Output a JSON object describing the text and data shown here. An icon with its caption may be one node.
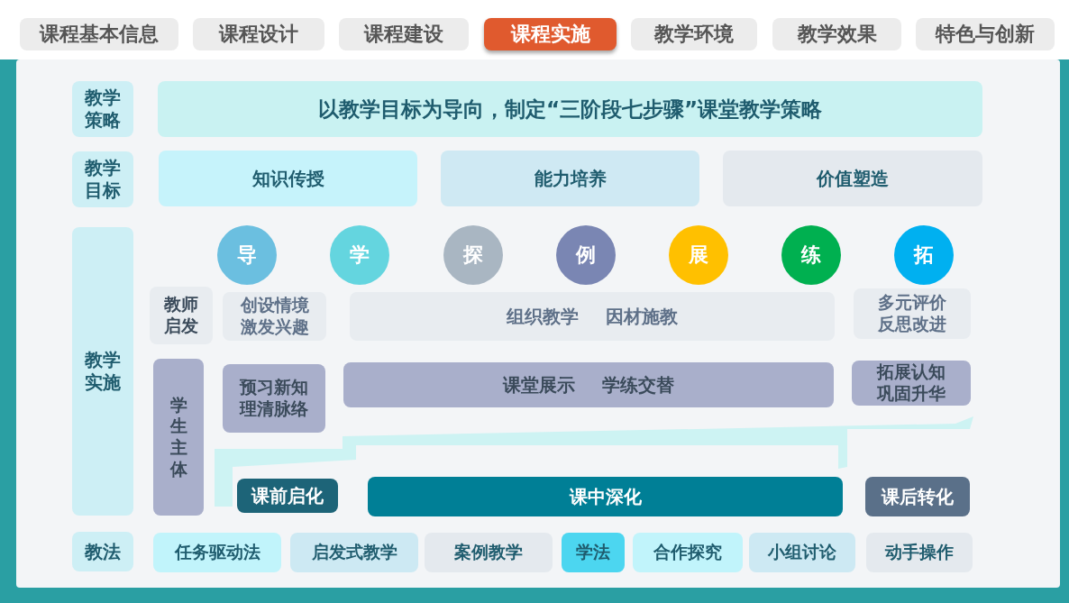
{
  "diagram": {
    "nodes": [
      {
        "text": [
          "课程基本信息"
        ]
      },
      {
        "text": [
          "课程设计"
        ]
      },
      {
        "text": [
          "课程建设"
        ]
      },
      {
        "text": [
          "课程实施"
        ]
      },
      {
        "text": [
          "教学环境"
        ]
      },
      {
        "text": [
          "教学效果"
        ]
      },
      {
        "text": [
          "特色与创新"
        ]
      },
      {
        "text": [
          "教学策略"
        ]
      },
      {
        "text": [
          "以教学目标为导向，制定“三阶段七步骤”课堂教学策略"
        ]
      },
      {
        "text": [
          "教学目标"
        ]
      },
      {
        "text": [
          "知识传授"
        ]
      },
      {
        "text": [
          "能力培养"
        ]
      },
      {
        "text": [
          "价值塑造"
        ]
      },
      {
        "text": [
          "教学实施"
        ]
      },
      {
        "text": [
          "导"
        ]
      },
      {
        "text": [
          "学"
        ]
      },
      {
        "text": [
          "探"
        ]
      },
      {
        "text": [
          "例"
        ]
      },
      {
        "text": [
          "展"
        ]
      },
      {
        "text": [
          "练"
        ]
      },
      {
        "text": [
          "拓"
        ]
      },
      {
        "text": [
          "教师启发"
        ]
      },
      {
        "text": [
          "创设情境激发兴趣"
        ]
      },
      {
        "text": [
          "组织教学",
          "因材施教"
        ]
      },
      {
        "text": [
          "多元评价反思改进"
        ]
      },
      {
        "text": [
          "学生主体"
        ]
      },
      {
        "text": [
          "预习新知理清脉络"
        ]
      },
      {
        "text": [
          "课堂展示",
          "学练交替"
        ]
      },
      {
        "text": [
          "拓展认知巩固升华"
        ]
      },
      {
        "text": [
          "课前启化"
        ]
      },
      {
        "text": [
          "课中深化"
        ]
      },
      {
        "text": [
          "课后转化"
        ]
      },
      {
        "text": [
          "教法"
        ]
      },
      {
        "text": [
          "任务驱动法"
        ]
      },
      {
        "text": [
          "启发式教学"
        ]
      },
      {
        "text": [
          "案例教学"
        ]
      },
      {
        "text": [
          "学法"
        ]
      },
      {
        "text": [
          "合作探究"
        ]
      },
      {
        "text": [
          "小组讨论"
        ]
      },
      {
        "text": [
          "动手操作"
        ]
      }
    ]
  }
}
